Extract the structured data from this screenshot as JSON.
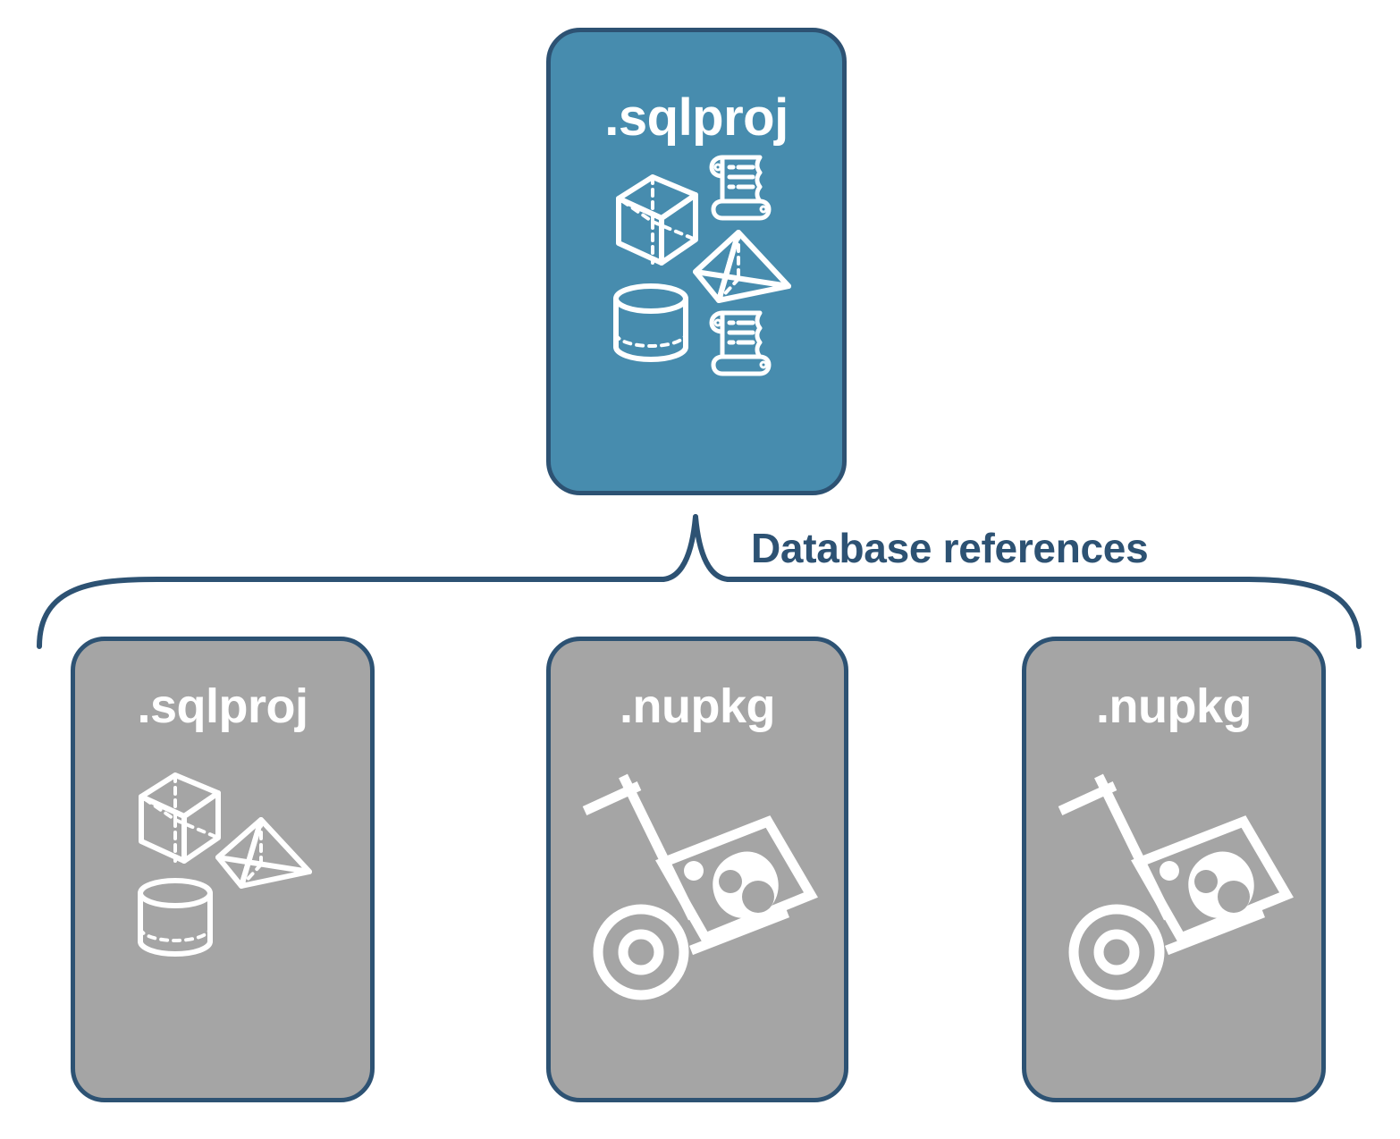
{
  "diagram": {
    "title_text": "Database references",
    "colors": {
      "primary_box_fill": "#478CAE",
      "reference_box_fill": "#A5A5A5",
      "border": "#2D5273",
      "label_text": "#FFFFFF",
      "caption_text": "#2D5273",
      "icon_stroke": "#FFFFFF",
      "background": "#FFFFFF"
    },
    "nodes": {
      "root": {
        "label": ".sqlproj",
        "kind": "primary-project",
        "icons": [
          "cube-icon",
          "scroll-icon",
          "pyramid-icon",
          "cylinder-icon",
          "scroll-icon"
        ]
      },
      "references": [
        {
          "label": ".sqlproj",
          "kind": "project-reference",
          "icons": [
            "cube-icon",
            "pyramid-icon",
            "cylinder-icon"
          ]
        },
        {
          "label": ".nupkg",
          "kind": "package-reference",
          "icons": [
            "hand-truck-package-icon"
          ]
        },
        {
          "label": ".nupkg",
          "kind": "package-reference",
          "icons": [
            "hand-truck-package-icon"
          ]
        }
      ]
    },
    "connector": {
      "type": "curly-brace",
      "caption": "Database references"
    }
  }
}
